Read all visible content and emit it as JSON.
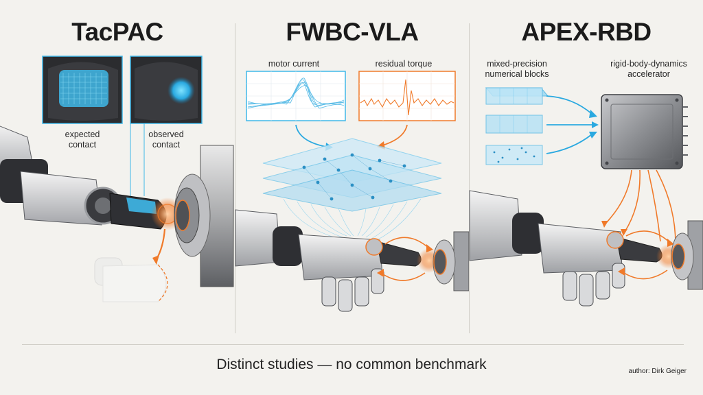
{
  "panels": [
    {
      "title": "TacPAC",
      "labels": {
        "expected": "expected\ncontact",
        "observed": "observed\ncontact"
      }
    },
    {
      "title": "FWBC-VLA",
      "labels": {
        "motor": "motor current",
        "residual": "residual torque"
      }
    },
    {
      "title": "APEX-RBD",
      "labels": {
        "blocks": "mixed-precision\nnumerical blocks",
        "accelerator": "rigid-body-dynamics\naccelerator"
      }
    }
  ],
  "footer": {
    "caption": "Distinct studies — no common benchmark",
    "author": "author: Dirk Geiger"
  },
  "colors": {
    "tactile_blue": "#3fb8e8",
    "torque_orange": "#f07a2a",
    "accent_blue": "#2aa9e0",
    "background": "#f3f2ee"
  }
}
